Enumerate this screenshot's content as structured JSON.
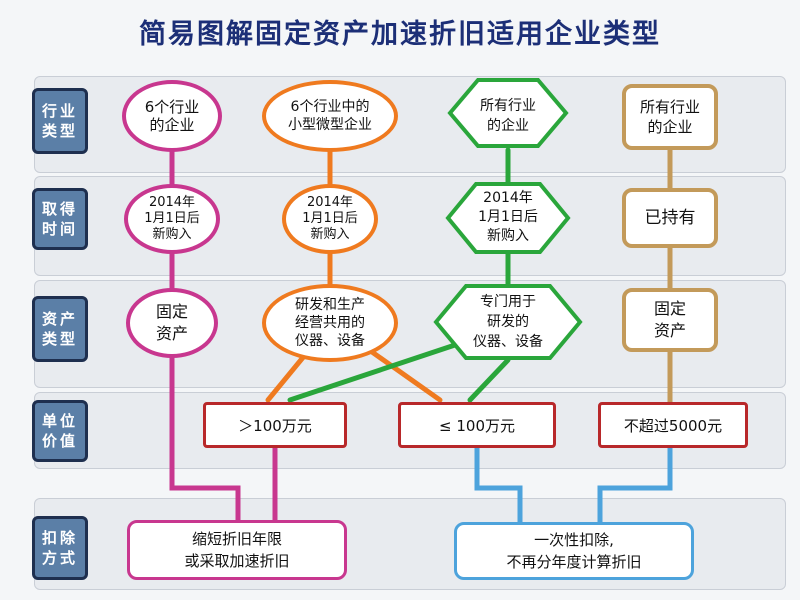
{
  "title": "简易图解固定资产加速折旧适用企业类型",
  "row_labels": {
    "industry_type": "行业\n类型",
    "acquire_time": "取得\n时间",
    "asset_type": "资产\n类型",
    "unit_value": "单位\n价值",
    "deduction_method": "扣除\n方式"
  },
  "column1": {
    "industry": "6个行业\n的企业",
    "time": "2014年\n1月1日后\n新购入",
    "asset": "固定\n资产"
  },
  "column2": {
    "industry": "6个行业中的\n小型微型企业",
    "time": "2014年\n1月1日后\n新购入",
    "asset": "研发和生产\n经营共用的\n仪器、设备"
  },
  "column3": {
    "industry_line1": "所有行业",
    "industry_line2": "的企业",
    "time_line1": "2014年",
    "time_line2": "1月1日后",
    "time_line3": "新购入",
    "asset_line1": "专门用于",
    "asset_line2": "研发的",
    "asset_line3": "仪器、设备"
  },
  "column4": {
    "industry": "所有行业\n的企业",
    "time": "已持有",
    "asset": "固定\n资产"
  },
  "values": {
    "over_100": "＞100万元",
    "upto_100": "≤ 100万元",
    "upto_5000": "不超过5000元"
  },
  "results": {
    "accelerated": "缩短折旧年限\n或采取加速折旧",
    "one_time": "一次性扣除,\n不再分年度计算折旧"
  },
  "colors": {
    "pink": "#c8378f",
    "orange": "#ef7a1f",
    "green": "#2aa63b",
    "tan": "#c39a5a",
    "red": "#b8282a",
    "blue": "#4da3dc",
    "label_fill": "#5b7fa7",
    "title": "#1c2f77"
  }
}
